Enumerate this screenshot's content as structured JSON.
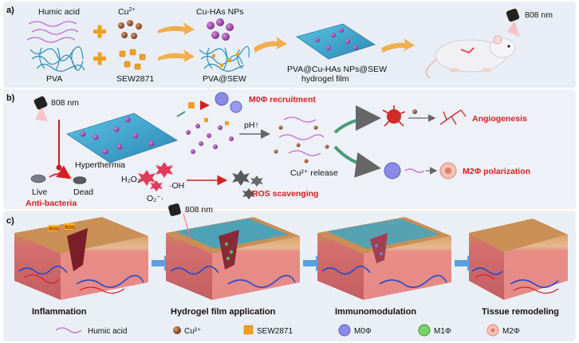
{
  "panel_a": {
    "label": "a)",
    "humic_acid": "Humic acid",
    "cu_ion": "Cu",
    "cu_ion_sup": "2+",
    "cu_has_nps": "Cu-HAs NPs",
    "pva": "PVA",
    "sew": "SEW2871",
    "pva_sew": "PVA@SEW",
    "film_line1": "PVA@Cu-HAs NPs@SEW",
    "film_line2": "hydrogel film",
    "laser": "808 nm"
  },
  "panel_b": {
    "label": "b)",
    "laser": "808 nm",
    "m0_recruit": "M0Φ recruitment",
    "hyperthermia": "Hyperthermia",
    "ph": "pH↑",
    "cu_release": "Cu²⁺ release",
    "angiogenesis": "Angiogenesis",
    "m2_polarization": "M2Φ polarization",
    "h2o2": "H₂O₂",
    "oh": "·OH",
    "o2": "O₂⁻·",
    "ros_scavenging": "ROS scavenging",
    "live": "Live",
    "dead": "Dead",
    "anti_bacteria": "Anti-bacteria"
  },
  "panel_c": {
    "label": "c)",
    "laser": "808 nm",
    "stages": [
      "Inflammation",
      "Hydrogel film application",
      "Immunomodulation",
      "Tissue remodeling"
    ],
    "ros_tags": [
      "ROS",
      "ROS"
    ]
  },
  "legend": {
    "humic_acid": "Humic acid",
    "cu": "Cu²⁺",
    "sew": "SEW2871",
    "m0": "M0Φ",
    "m1": "M1Φ",
    "m2": "M2Φ"
  },
  "colors": {
    "section_bg": "#e9eef6",
    "arrow_orange": "#f2a63a",
    "arrow_green": "#4a9a7a",
    "arrow_blue": "#5aa0e0",
    "red_text": "#d62020",
    "film": "#3aa6c8",
    "humic": "#c77ad8",
    "pva": "#2a8fb8",
    "cu": "#8a4a2a",
    "sew": "#f0a020",
    "m0": "#7a7ae0",
    "m1": "#5ac050",
    "m2": "#e88a7a"
  }
}
